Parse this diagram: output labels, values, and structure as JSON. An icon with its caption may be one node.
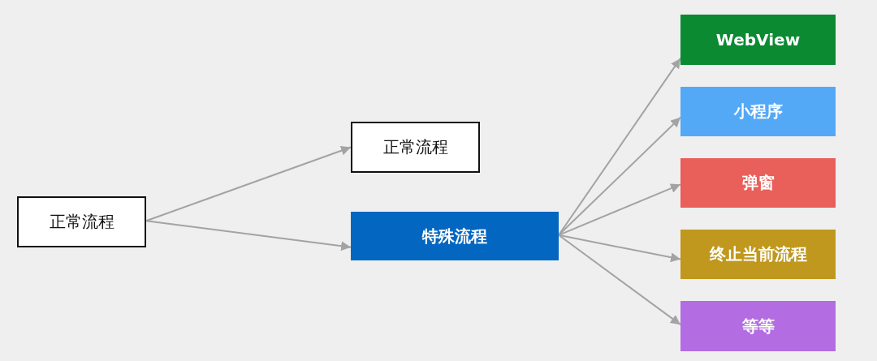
{
  "diagram": {
    "nodes": [
      {
        "text": [
          "正常流程"
        ]
      },
      {
        "text": [
          "正常流程"
        ]
      },
      {
        "text": [
          "特殊流程"
        ]
      },
      {
        "text": [
          "WebView"
        ]
      },
      {
        "text": [
          "小程序"
        ]
      },
      {
        "text": [
          "弹窗"
        ]
      },
      {
        "text": [
          "终止当前流程"
        ]
      },
      {
        "text": [
          "等等"
        ]
      }
    ],
    "edges": [
      {
        "from": 0,
        "to": 1,
        "arrow": "to"
      },
      {
        "from": 0,
        "to": 2,
        "arrow": "to"
      },
      {
        "from": 2,
        "to": 3,
        "arrow": "to"
      },
      {
        "from": 2,
        "to": 4,
        "arrow": "to"
      },
      {
        "from": 2,
        "to": 5,
        "arrow": "to"
      },
      {
        "from": 2,
        "to": 6,
        "arrow": "to"
      },
      {
        "from": 2,
        "to": 7,
        "arrow": "to"
      }
    ]
  }
}
